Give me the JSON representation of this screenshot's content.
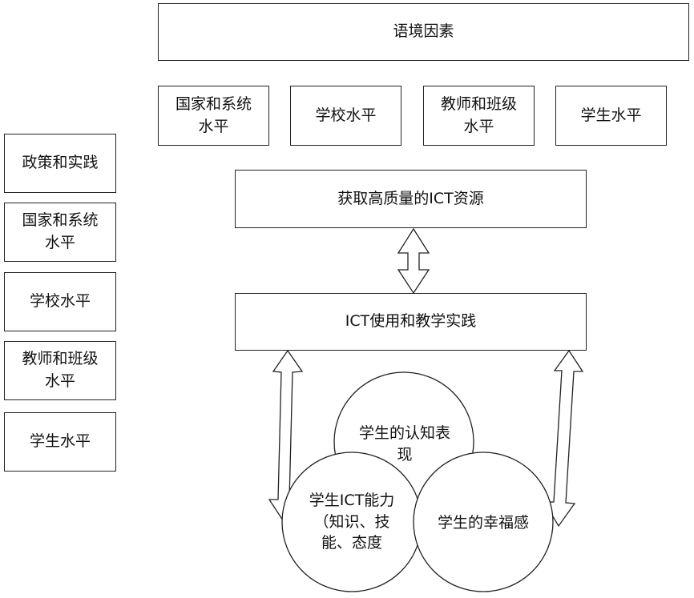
{
  "context": {
    "title": "语境因素"
  },
  "levels_top": [
    {
      "line1": "国家和系统",
      "line2": "水平"
    },
    {
      "line1": "学校水平",
      "line2": ""
    },
    {
      "line1": "教师和班级",
      "line2": "水平"
    },
    {
      "line1": "学生水平",
      "line2": ""
    }
  ],
  "sidebar": [
    {
      "line1": "政策和实践",
      "line2": ""
    },
    {
      "line1": "国家和系统",
      "line2": "水平"
    },
    {
      "line1": "学校水平",
      "line2": ""
    },
    {
      "line1": "教师和班级",
      "line2": "水平"
    },
    {
      "line1": "学生水平",
      "line2": ""
    }
  ],
  "resources": {
    "label": "获取高质量的ICT资源"
  },
  "ict_use": {
    "label": "ICT使用和教学实践"
  },
  "outcomes": {
    "cognitive": {
      "line1": "学生的认知表",
      "line2": "现"
    },
    "competence": {
      "line1": "学生ICT能力",
      "line2": "（知识、技",
      "line3": "能、态度"
    },
    "wellbeing": {
      "label": "学生的幸福感"
    }
  }
}
